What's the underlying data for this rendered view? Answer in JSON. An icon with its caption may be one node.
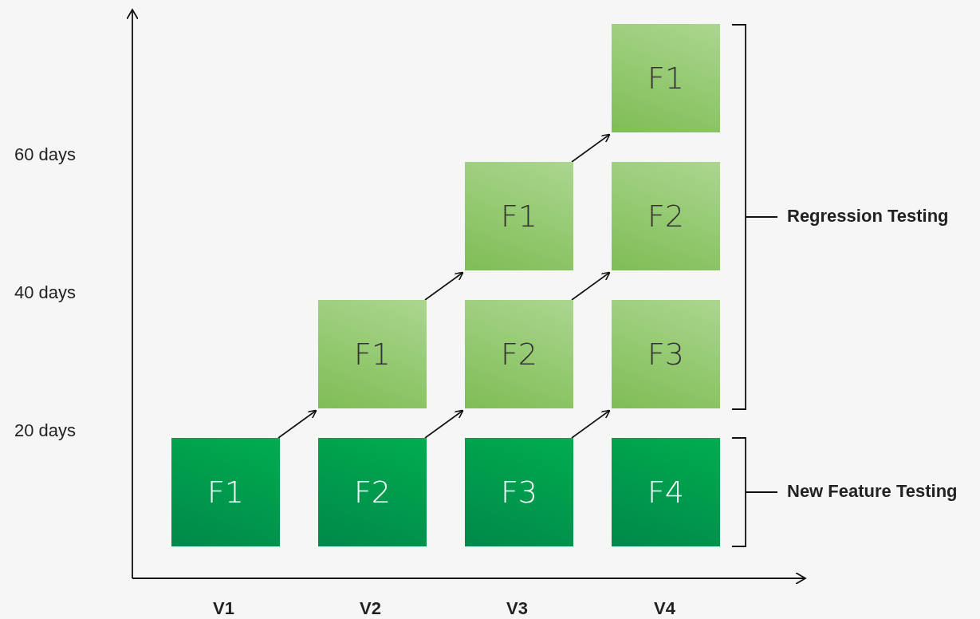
{
  "diagram": {
    "nodes": [
      {
        "text": [
          "F1"
        ]
      },
      {
        "text": [
          "F1"
        ]
      },
      {
        "text": [
          "F2"
        ]
      },
      {
        "text": [
          "F1"
        ]
      },
      {
        "text": [
          "F2"
        ]
      },
      {
        "text": [
          "F3"
        ]
      },
      {
        "text": [
          "F1"
        ]
      },
      {
        "text": [
          "F2"
        ]
      },
      {
        "text": [
          "F3"
        ]
      },
      {
        "text": [
          "F4"
        ]
      }
    ],
    "edges": [
      {
        "from": 6,
        "to": 3,
        "arrow": "to"
      },
      {
        "from": 3,
        "to": 1,
        "arrow": "to"
      },
      {
        "from": 1,
        "to": 0,
        "arrow": "to"
      },
      {
        "from": 7,
        "to": 4,
        "arrow": "to"
      },
      {
        "from": 4,
        "to": 2,
        "arrow": "to"
      },
      {
        "from": 8,
        "to": 5,
        "arrow": "to"
      }
    ],
    "labels": [
      "60 days",
      "40 days",
      "20 days",
      "Regression Testing",
      "New Feature Testing",
      "V1",
      "V2",
      "V3",
      "V4"
    ]
  }
}
